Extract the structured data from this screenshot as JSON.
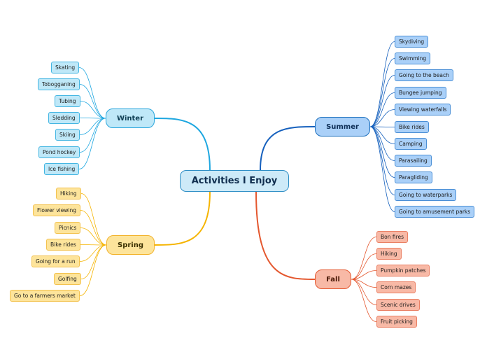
{
  "colors": {
    "winter": "#1ea7e0",
    "spring": "#f5b400",
    "summer": "#1560bd",
    "fall": "#e4572e"
  },
  "central": {
    "label": "Activities I Enjoy"
  },
  "winter": {
    "label": "Winter",
    "items": [
      "Skating",
      "Tobogganing",
      "Tubing",
      "Sledding",
      "Skiing",
      "Pond hockey",
      "Ice fishing"
    ]
  },
  "spring": {
    "label": "Spring",
    "items": [
      "Hiking",
      "Flower viewing",
      "Picnics",
      "Bike rides",
      "Going for a run",
      "Golfing",
      "Go to a farmers market"
    ]
  },
  "summer": {
    "label": "Summer",
    "items": [
      "Skydiving",
      "Swimming",
      "Going to the beach",
      "Bungee jumping",
      "Viewing waterfalls",
      "Bike rides",
      "Camping",
      "Parasailing",
      "Paragliding",
      "Going to waterparks",
      "Going to amusement parks"
    ]
  },
  "fall": {
    "label": "Fall",
    "items": [
      "Bon fires",
      "Hiking",
      "Pumpkin patches",
      "Corn mazes",
      "Scenic drives",
      "Fruit picking"
    ]
  }
}
